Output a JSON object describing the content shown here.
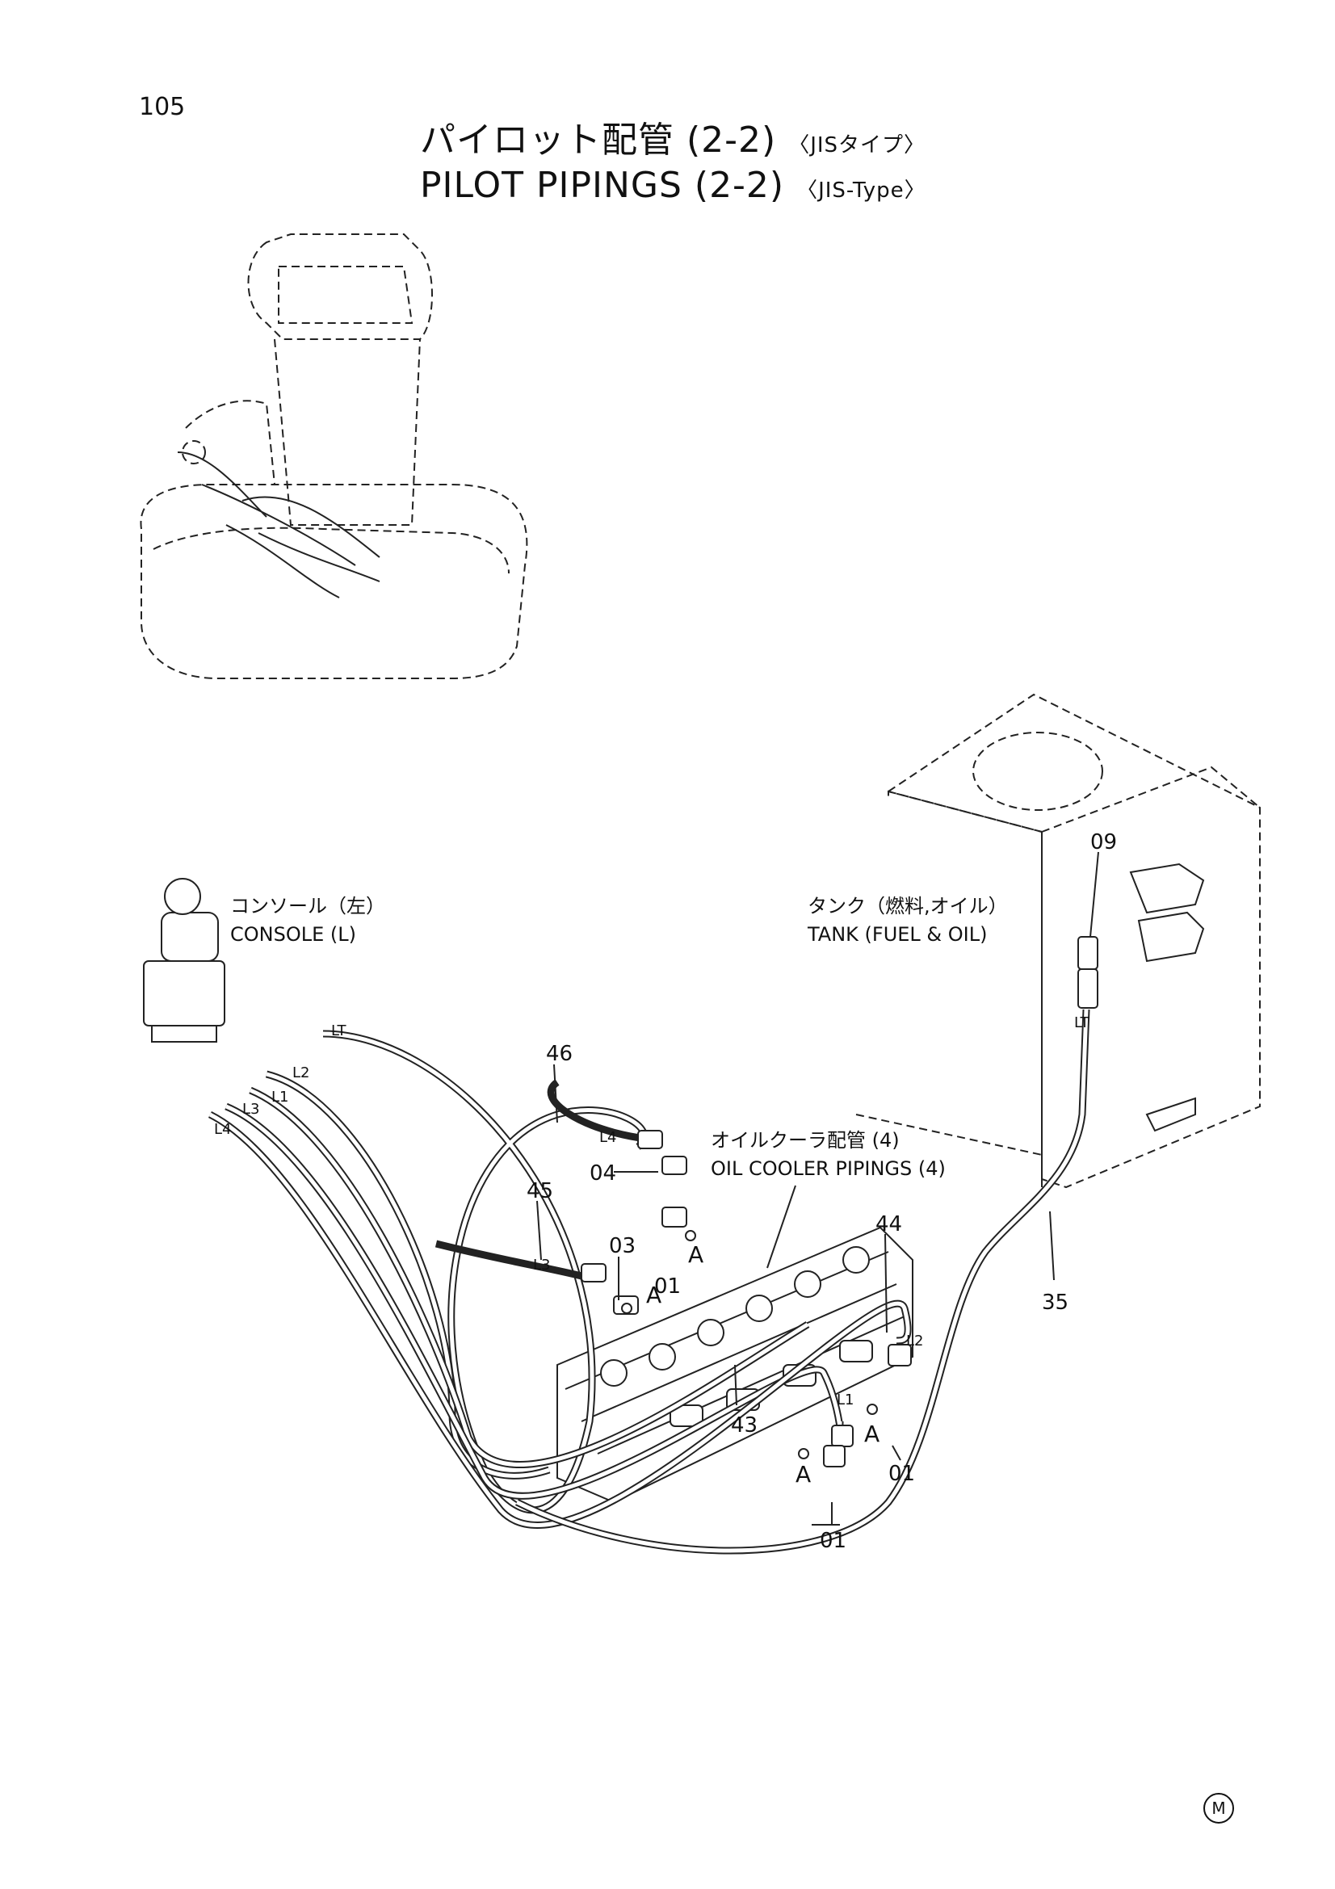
{
  "page_number": "105",
  "title": {
    "ja": "パイロット配管 (2-2)",
    "ja_tag": "〈JISタイプ〉",
    "en": "PILOT PIPINGS (2-2)",
    "en_tag": "〈JIS-Type〉"
  },
  "labels": {
    "console_ja": "コンソール（左）",
    "console_en": "CONSOLE (L)",
    "tank_ja": "タンク（燃料,オイル）",
    "tank_en": "TANK (FUEL & OIL)",
    "oil_cooler_ja": "オイルクーラ配管 (4)",
    "oil_cooler_en": "OIL COOLER PIPINGS (4)"
  },
  "part_numbers": {
    "p09": "09",
    "p46": "46",
    "p04": "04",
    "p45": "45",
    "p03": "03",
    "p01a": "01",
    "p44": "44",
    "p35": "35",
    "p43": "43",
    "p01b": "01",
    "p01c": "01"
  },
  "connectors": {
    "lt1": "LT",
    "lt2": "LT",
    "l1a": "L1",
    "l2a": "L2",
    "l3a": "L3",
    "l4a": "L4",
    "l4b": "L4",
    "l3b": "L3",
    "l2b": "L2",
    "l1b": "L1"
  },
  "section_marks": {
    "a1": "A",
    "a2": "A",
    "a3": "A",
    "a4": "A"
  },
  "corner_mark": "M"
}
